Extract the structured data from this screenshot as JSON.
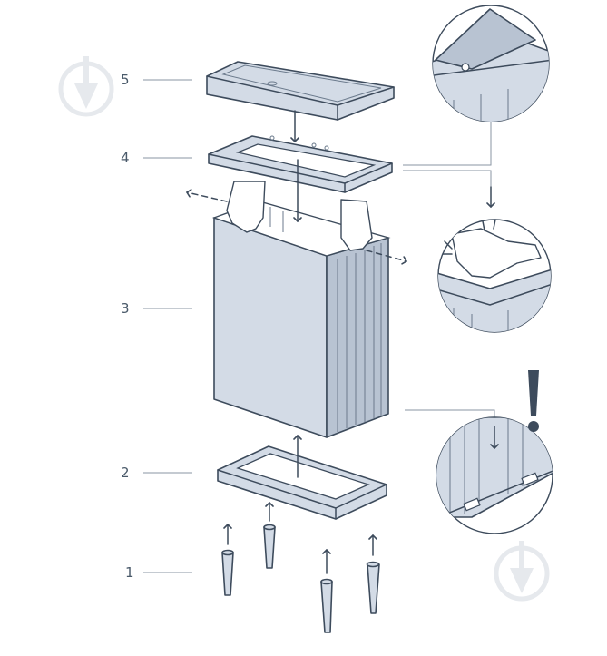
{
  "labels": {
    "part_1": "1",
    "part_2": "2",
    "part_3": "3",
    "part_4": "4",
    "part_5": "5"
  },
  "colors": {
    "part_fill": "#d3dbe6",
    "outline": "#3d4b5c",
    "watermark": "#e6e9ed",
    "warning": "#3d4b5c"
  },
  "icons": {
    "watermark": "watermark-logo-icon",
    "warning": "exclamation-icon"
  }
}
